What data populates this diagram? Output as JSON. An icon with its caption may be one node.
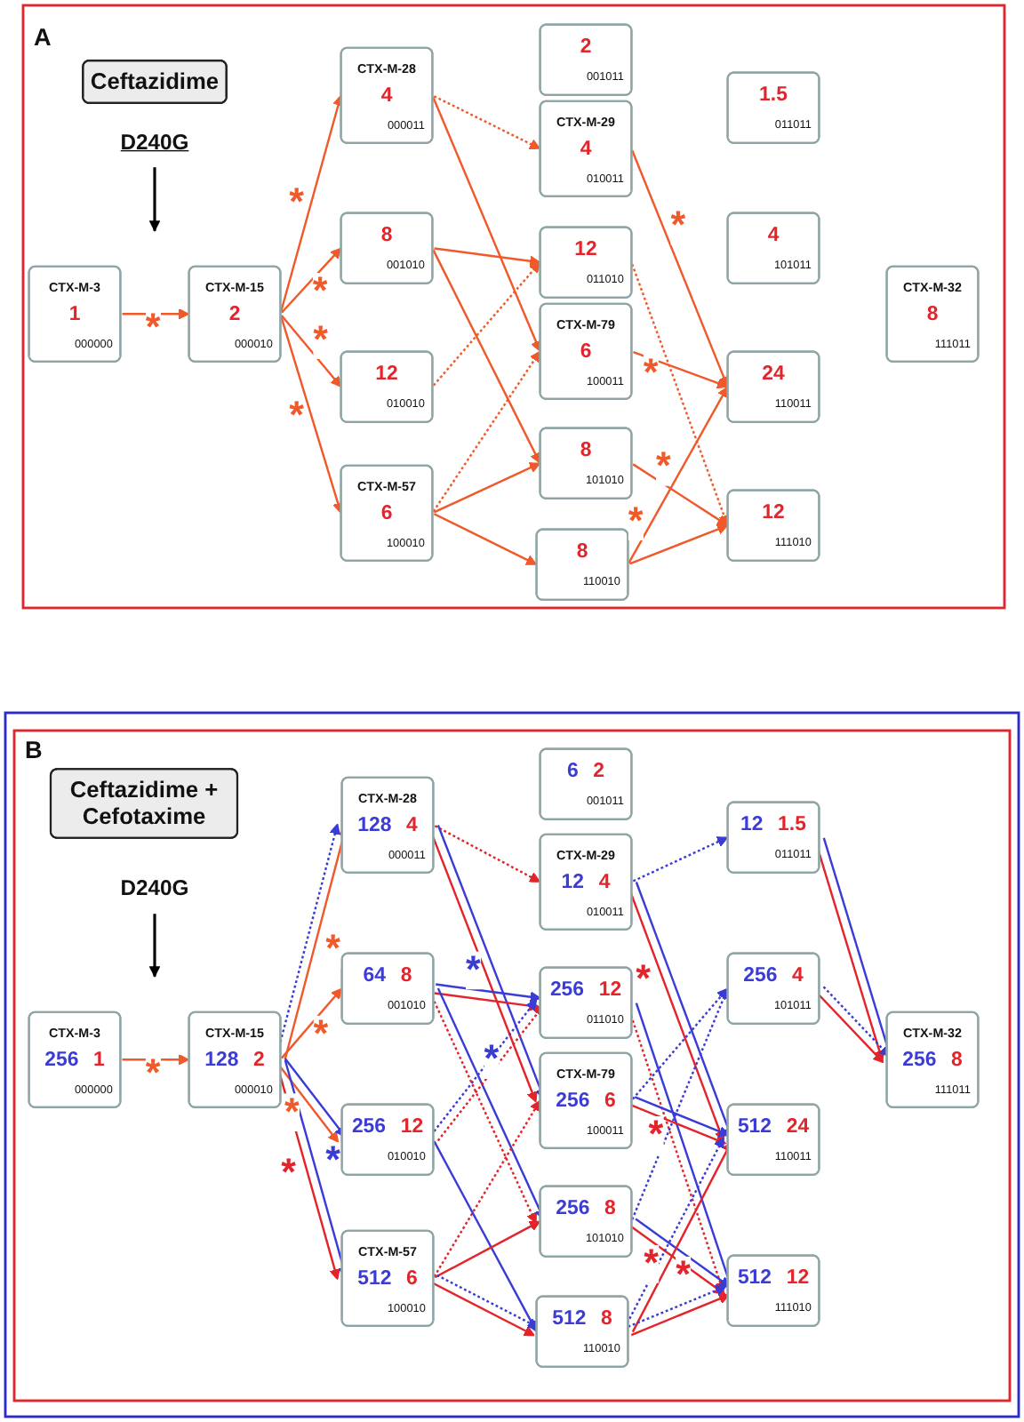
{
  "diagram": {
    "nodes": [
      {
        "text": [
          "A"
        ]
      },
      {
        "text": [
          "Ceftazidime"
        ],
        "in": 0
      },
      {
        "text": [
          "D240G"
        ],
        "in": 0
      },
      {
        "text": [
          "CTX-M-3",
          "1",
          "000000"
        ],
        "in": 0
      },
      {
        "text": [
          "CTX-M-15",
          "2",
          "000010"
        ],
        "in": 0
      },
      {
        "text": [
          "CTX-M-28",
          "4",
          "000011"
        ],
        "in": 0
      },
      {
        "text": [
          "8",
          "001010"
        ],
        "in": 0
      },
      {
        "text": [
          "12",
          "010010"
        ],
        "in": 0
      },
      {
        "text": [
          "CTX-M-57",
          "6",
          "100010"
        ],
        "in": 0
      },
      {
        "text": [
          "2",
          "001011"
        ],
        "in": 0
      },
      {
        "text": [
          "CTX-M-29",
          "4",
          "010011"
        ],
        "in": 0
      },
      {
        "text": [
          "12",
          "011010"
        ],
        "in": 0
      },
      {
        "text": [
          "CTX-M-79",
          "6",
          "100011"
        ],
        "in": 0
      },
      {
        "text": [
          "8",
          "101010"
        ],
        "in": 0
      },
      {
        "text": [
          "8",
          "110010"
        ],
        "in": 0
      },
      {
        "text": [
          "1.5",
          "011011"
        ],
        "in": 0
      },
      {
        "text": [
          "4",
          "101011"
        ],
        "in": 0
      },
      {
        "text": [
          "24",
          "110011"
        ],
        "in": 0
      },
      {
        "text": [
          "12",
          "111010"
        ],
        "in": 0
      },
      {
        "text": [
          "CTX-M-32",
          "8",
          "111011"
        ],
        "in": 0
      },
      {
        "text": [],
        "shape": "box"
      },
      {
        "text": [
          "B"
        ],
        "in": 20
      },
      {
        "text": [
          "Ceftazidime + Cefotaxime"
        ],
        "in": 21
      },
      {
        "text": [
          "D240G"
        ],
        "in": 21
      },
      {
        "text": [
          "CTX-M-3",
          "256",
          "1",
          "000000"
        ],
        "in": 21
      },
      {
        "text": [
          "CTX-M-15",
          "128",
          "2",
          "000010"
        ],
        "in": 21
      },
      {
        "text": [
          "CTX-M-28",
          "128",
          "4",
          "000011"
        ],
        "in": 21
      },
      {
        "text": [
          "64",
          "8",
          "001010"
        ],
        "in": 21
      },
      {
        "text": [
          "256",
          "12",
          "010010"
        ],
        "in": 21
      },
      {
        "text": [
          "CTX-M-57",
          "512",
          "6",
          "100010"
        ],
        "in": 21
      },
      {
        "text": [
          "6",
          "2",
          "001011"
        ],
        "in": 21
      },
      {
        "text": [
          "CTX-M-29",
          "12",
          "4",
          "010011"
        ],
        "in": 21
      },
      {
        "text": [
          "256",
          "12",
          "011010"
        ],
        "in": 21
      },
      {
        "text": [
          "CTX-M-79",
          "256",
          "6",
          "100011"
        ],
        "in": 21
      },
      {
        "text": [
          "256",
          "8",
          "101010"
        ],
        "in": 21
      },
      {
        "text": [
          "512",
          "8",
          "110010"
        ],
        "in": 21
      },
      {
        "text": [
          "12",
          "1.5",
          "011011"
        ],
        "in": 21
      },
      {
        "text": [
          "256",
          "4",
          "101011"
        ],
        "in": 21
      },
      {
        "text": [
          "512",
          "24",
          "110011"
        ],
        "in": 21
      },
      {
        "text": [
          "512",
          "12",
          "111010"
        ],
        "in": 21
      },
      {
        "text": [
          "CTX-M-32",
          "256",
          "8",
          "111011"
        ],
        "in": 21
      }
    ],
    "edges": [
      {
        "from": 2,
        "to": null,
        "arrow": "to",
        "color": "#000000"
      },
      {
        "from": 3,
        "to": 4,
        "arrow": "to",
        "label": "*"
      },
      {
        "from": 4,
        "to": 5,
        "arrow": "to",
        "label": "*"
      },
      {
        "from": 4,
        "to": 6,
        "arrow": "to",
        "label": "*"
      },
      {
        "from": 4,
        "to": 7,
        "arrow": "to",
        "label": "*"
      },
      {
        "from": 4,
        "to": 8,
        "arrow": "to",
        "label": "*"
      },
      {
        "from": 5,
        "to": 10,
        "arrow": "to",
        "style": "dashed"
      },
      {
        "from": 5,
        "to": 12,
        "arrow": "to"
      },
      {
        "from": 6,
        "to": 11,
        "arrow": "to"
      },
      {
        "from": 6,
        "to": 13,
        "arrow": "to"
      },
      {
        "from": 7,
        "to": 11,
        "arrow": "to",
        "style": "dashed"
      },
      {
        "from": 8,
        "to": 12,
        "arrow": "to",
        "style": "dashed"
      },
      {
        "from": 8,
        "to": 13,
        "arrow": "to"
      },
      {
        "from": 8,
        "to": 14,
        "arrow": "to"
      },
      {
        "from": 10,
        "to": 17,
        "arrow": "to",
        "label": "*"
      },
      {
        "from": 11,
        "to": 18,
        "arrow": "to",
        "style": "dashed"
      },
      {
        "from": 12,
        "to": 17,
        "arrow": "to",
        "label": "*"
      },
      {
        "from": 13,
        "to": 18,
        "arrow": "to",
        "label": "*"
      },
      {
        "from": 14,
        "to": 17,
        "arrow": "to",
        "label": "*"
      },
      {
        "from": 14,
        "to": 18,
        "arrow": "to"
      },
      {
        "from": 23,
        "to": null,
        "arrow": "to",
        "color": "#000000"
      },
      {
        "from": 24,
        "to": 25,
        "arrow": "to",
        "label": "*"
      },
      {
        "from": 25,
        "to": 26,
        "arrow": "to",
        "label": "*"
      },
      {
        "from": 25,
        "to": 26,
        "arrow": "to",
        "style": "dashed",
        "color": "#3b3bd6"
      },
      {
        "from": 25,
        "to": 27,
        "arrow": "to",
        "label": "*"
      },
      {
        "from": 25,
        "to": 28,
        "arrow": "to",
        "label": "*"
      },
      {
        "from": 25,
        "to": 28,
        "arrow": "to",
        "color": "#3b3bd6"
      },
      {
        "from": 25,
        "to": 29,
        "arrow": "to",
        "label": "*",
        "color": "#e3242b"
      },
      {
        "from": 25,
        "to": 29,
        "arrow": "to",
        "label": "*",
        "color": "#3b3bd6"
      },
      {
        "from": 26,
        "to": 31,
        "arrow": "to",
        "style": "dashed",
        "color": "#e3242b"
      },
      {
        "from": 26,
        "to": 33,
        "arrow": "to",
        "color": "#e3242b"
      },
      {
        "from": 26,
        "to": 33,
        "arrow": "to",
        "color": "#3b3bd6"
      },
      {
        "from": 27,
        "to": 32,
        "arrow": "to",
        "color": "#e3242b"
      },
      {
        "from": 27,
        "to": 32,
        "arrow": "to",
        "label": "*",
        "color": "#3b3bd6"
      },
      {
        "from": 27,
        "to": 34,
        "arrow": "to",
        "style": "dashed",
        "color": "#e3242b"
      },
      {
        "from": 27,
        "to": 34,
        "arrow": "to",
        "label": "*",
        "color": "#3b3bd6"
      },
      {
        "from": 28,
        "to": 32,
        "arrow": "to",
        "style": "dashed",
        "color": "#e3242b"
      },
      {
        "from": 28,
        "to": 32,
        "arrow": "to",
        "style": "dashed",
        "color": "#3b3bd6"
      },
      {
        "from": 28,
        "to": 35,
        "arrow": "to",
        "color": "#3b3bd6"
      },
      {
        "from": 29,
        "to": 33,
        "arrow": "to",
        "style": "dashed",
        "color": "#e3242b"
      },
      {
        "from": 29,
        "to": 34,
        "arrow": "to",
        "color": "#e3242b"
      },
      {
        "from": 29,
        "to": 35,
        "arrow": "to",
        "color": "#e3242b"
      },
      {
        "from": 29,
        "to": 35,
        "arrow": "to",
        "style": "dashed",
        "color": "#3b3bd6"
      },
      {
        "from": 31,
        "to": 36,
        "arrow": "to",
        "style": "dashed",
        "color": "#3b3bd6"
      },
      {
        "from": 31,
        "to": 38,
        "arrow": "to",
        "label": "*",
        "color": "#e3242b"
      },
      {
        "from": 31,
        "to": 38,
        "arrow": "to",
        "color": "#3b3bd6"
      },
      {
        "from": 32,
        "to": 39,
        "arrow": "to",
        "style": "dashed",
        "color": "#e3242b"
      },
      {
        "from": 32,
        "to": 39,
        "arrow": "to",
        "color": "#3b3bd6"
      },
      {
        "from": 33,
        "to": 37,
        "arrow": "to",
        "style": "dashed",
        "color": "#3b3bd6"
      },
      {
        "from": 33,
        "to": 38,
        "arrow": "to",
        "label": "*",
        "color": "#e3242b"
      },
      {
        "from": 33,
        "to": 38,
        "arrow": "to",
        "color": "#3b3bd6"
      },
      {
        "from": 34,
        "to": 37,
        "arrow": "to",
        "style": "dashed",
        "color": "#3b3bd6"
      },
      {
        "from": 34,
        "to": 39,
        "arrow": "to",
        "label": "*",
        "color": "#e3242b"
      },
      {
        "from": 34,
        "to": 39,
        "arrow": "to",
        "color": "#3b3bd6"
      },
      {
        "from": 35,
        "to": 38,
        "arrow": "to",
        "label": "*",
        "color": "#e3242b"
      },
      {
        "from": 35,
        "to": 38,
        "arrow": "to",
        "style": "dashed",
        "color": "#3b3bd6"
      },
      {
        "from": 35,
        "to": 39,
        "arrow": "to",
        "color": "#e3242b"
      },
      {
        "from": 35,
        "to": 39,
        "arrow": "to",
        "style": "dashed",
        "color": "#3b3bd6"
      },
      {
        "from": 36,
        "to": 40,
        "arrow": "to",
        "color": "#e3242b"
      },
      {
        "from": 36,
        "to": 40,
        "arrow": "to",
        "color": "#3b3bd6"
      },
      {
        "from": 37,
        "to": 40,
        "arrow": "to",
        "color": "#e3242b"
      },
      {
        "from": 37,
        "to": 40,
        "arrow": "to",
        "style": "dashed",
        "color": "#3b3bd6"
      }
    ]
  }
}
